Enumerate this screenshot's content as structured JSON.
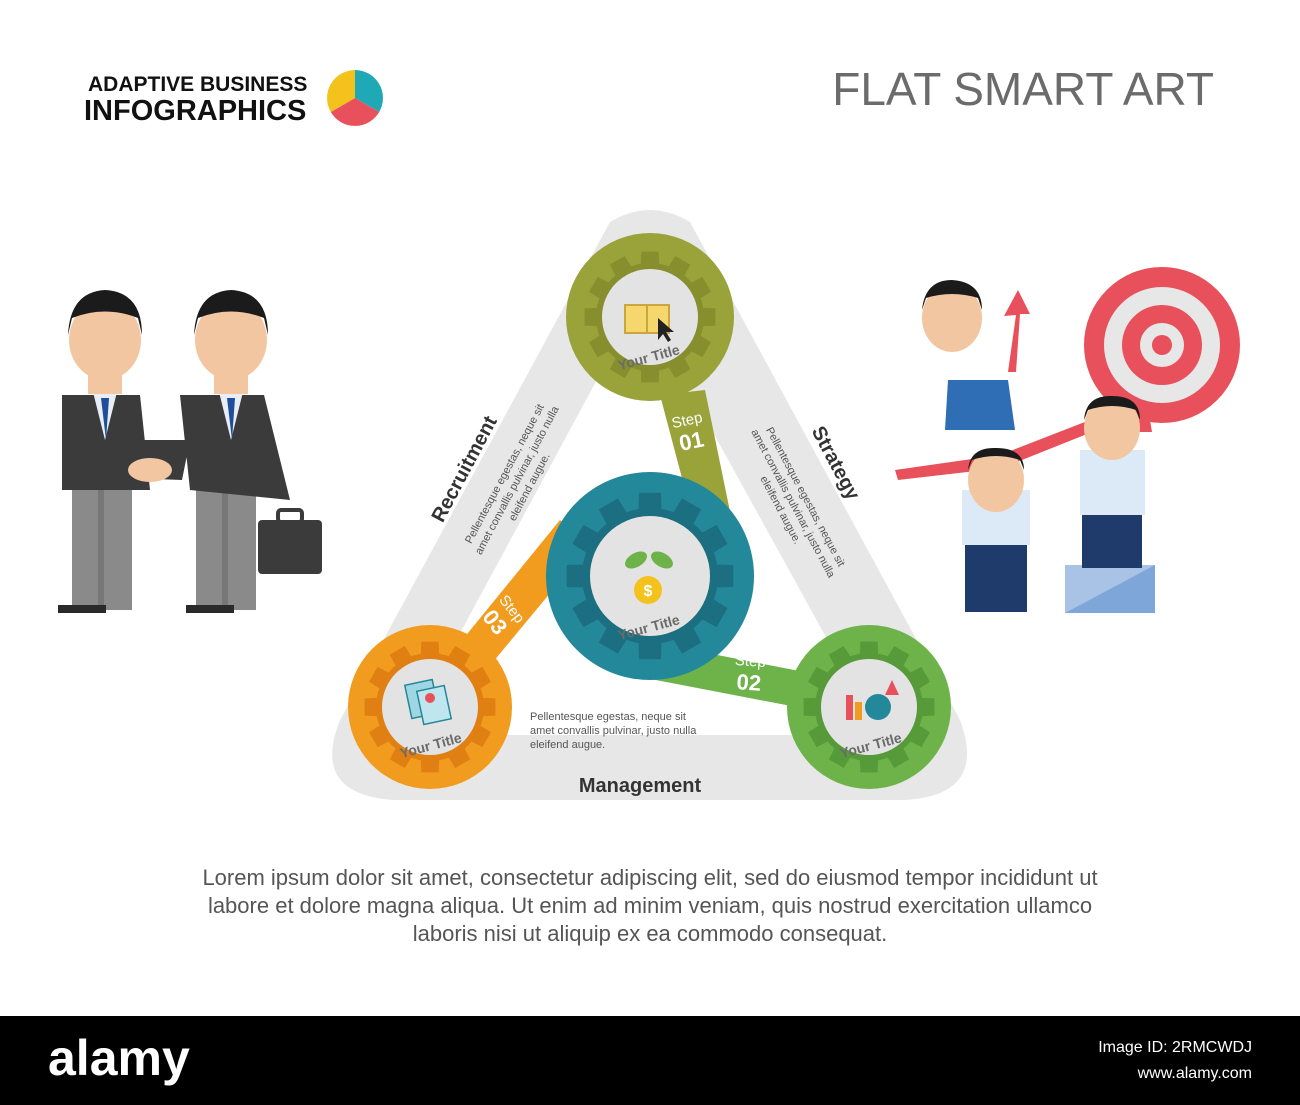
{
  "brand": {
    "line1": "ADAPTIVE BUSINESS",
    "line2": "INFOGRAPHICS"
  },
  "heading": "FLAT SMART ART",
  "sides": {
    "recruitment": "Recruitment",
    "strategy": "Strategy",
    "management": "Management"
  },
  "note_text": [
    "Pellentesque egestas, neque sit",
    "amet convallis pulvinar, justo nulla",
    "eleifend augue."
  ],
  "steps": [
    {
      "label": "Step",
      "number": "01",
      "title": "Your Title",
      "color": "#9aa33a",
      "ring": "#868e2e",
      "icon": "book-cursor-icon"
    },
    {
      "label": "Step",
      "number": "02",
      "title": "Your Title",
      "color": "#6db34a",
      "ring": "#579a3a",
      "icon": "bar-chart-globe-icon"
    },
    {
      "label": "Step",
      "number": "03",
      "title": "Your Title",
      "color": "#f29c1f",
      "ring": "#e07f12",
      "icon": "id-cards-icon"
    }
  ],
  "center": {
    "title": "Your Title",
    "color": "#23889a",
    "ring": "#1c6f80",
    "icon": "money-plant-icon"
  },
  "body_text": [
    "Lorem ipsum dolor sit amet, consectetur adipiscing elit, sed do eiusmod tempor incididunt ut",
    "labore et dolore magna aliqua. Ut enim ad minim veniam, quis nostrud exercitation ullamco",
    "laboris nisi ut aliquip ex ea commodo consequat."
  ],
  "footer": {
    "brand": "alamy",
    "image_id": "Image ID: 2RMCWDJ",
    "site": "www.alamy.com"
  },
  "colors": {
    "logo_teal": "#1fa9b6",
    "logo_red": "#e8505b",
    "logo_yellow": "#f4c21d",
    "triangle": "#e7e7e7",
    "footer": "#000000"
  }
}
